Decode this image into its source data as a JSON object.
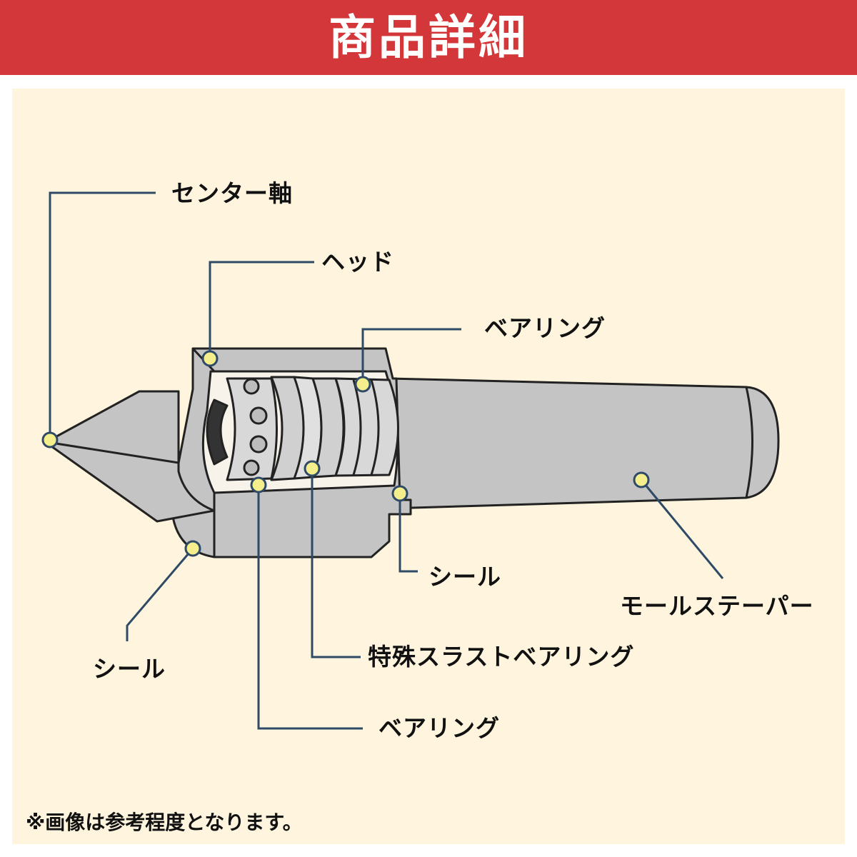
{
  "header": {
    "title": "商品詳細"
  },
  "labels": {
    "center_shaft": "センター軸",
    "head": "ヘッド",
    "bearing_top": "ベアリング",
    "seal_right": "シール",
    "morse_taper": "モールステーパー",
    "seal_left": "シール",
    "special_thrust_bearing": "特殊スラストベアリング",
    "bearing_bottom": "ベアリング"
  },
  "note": "※画像は参考程度となります。",
  "colors": {
    "header_bg": "#d4373a",
    "panel_bg": "#fff5de",
    "leader_line": "#2e4a66",
    "marker_fill": "#f4ef8c",
    "body_gray": "#c4c4c4",
    "outline": "#222222"
  }
}
